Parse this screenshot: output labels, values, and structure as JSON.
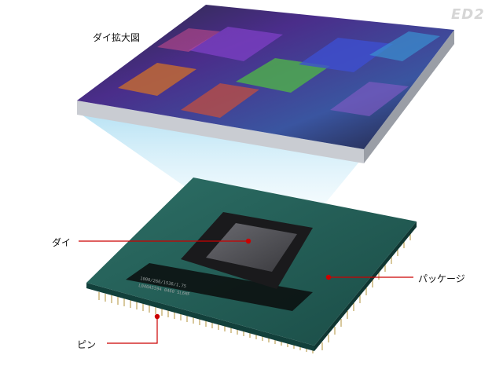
{
  "logo": {
    "text": "ED2"
  },
  "labels": {
    "die_zoom": "ダイ拡大図",
    "die": "ダイ",
    "package": "パッケージ",
    "pin": "ピン"
  },
  "chip_marking": {
    "line1": "1000/266/1536/1.75",
    "line2": "L040A5594 0460 SL6MF"
  },
  "colors": {
    "leader_line": "#cc0000",
    "substrate": "#1f5e57",
    "die": "#2f2f31",
    "pin": "#b89a4a"
  }
}
